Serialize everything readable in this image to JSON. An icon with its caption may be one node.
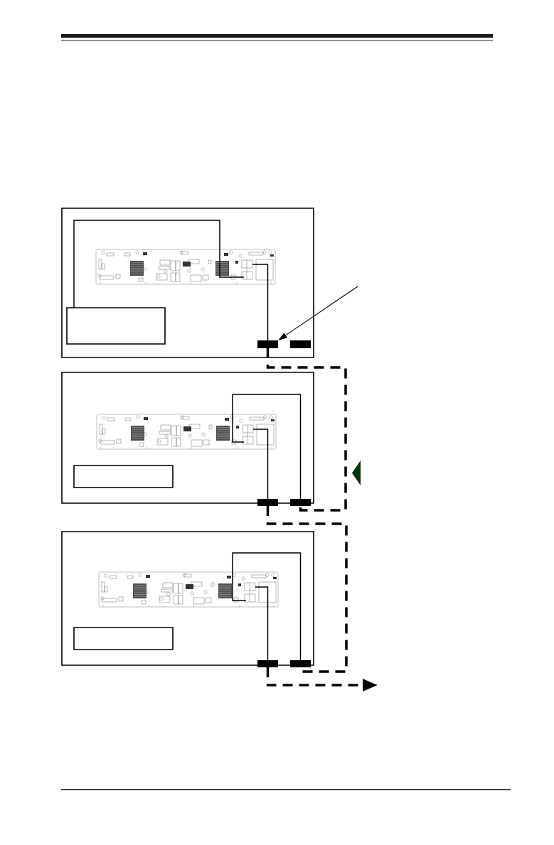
{
  "diagram": {
    "nodes": [
      {
        "text": [],
        "shape": "box"
      },
      {
        "text": [],
        "shape": "picture",
        "in": 0
      },
      {
        "text": [],
        "shape": "box",
        "in": 0
      },
      {
        "text": [],
        "shape": "bar",
        "in": 0
      },
      {
        "text": [],
        "shape": "bar",
        "in": 0
      },
      {
        "text": [],
        "shape": "box"
      },
      {
        "text": [],
        "shape": "picture",
        "in": 5
      },
      {
        "text": [],
        "shape": "box",
        "in": 5
      },
      {
        "text": [],
        "shape": "bar"
      },
      {
        "text": [],
        "shape": "bar"
      },
      {
        "text": [],
        "shape": "box"
      },
      {
        "text": [],
        "shape": "picture",
        "in": 10
      },
      {
        "text": [],
        "shape": "box",
        "in": 10
      },
      {
        "text": [],
        "shape": "bar"
      },
      {
        "text": [],
        "shape": "bar"
      }
    ],
    "edges": [
      {
        "from": 2,
        "to": 1,
        "arrow": "none"
      },
      {
        "from": 1,
        "to": 3,
        "arrow": "none"
      },
      {
        "from": null,
        "to": 3,
        "arrow": "to"
      },
      {
        "from": 3,
        "to": 9,
        "arrow": "none",
        "style": "dashed"
      },
      {
        "from": 6,
        "to": 8,
        "arrow": "none"
      },
      {
        "from": 6,
        "to": 9,
        "arrow": "none"
      },
      {
        "from": 8,
        "to": 14,
        "arrow": "none",
        "style": "dashed"
      },
      {
        "from": 11,
        "to": 13,
        "arrow": "none"
      },
      {
        "from": 11,
        "to": 14,
        "arrow": "none"
      },
      {
        "from": 13,
        "to": null,
        "arrow": "to",
        "style": "dashed"
      }
    ]
  }
}
